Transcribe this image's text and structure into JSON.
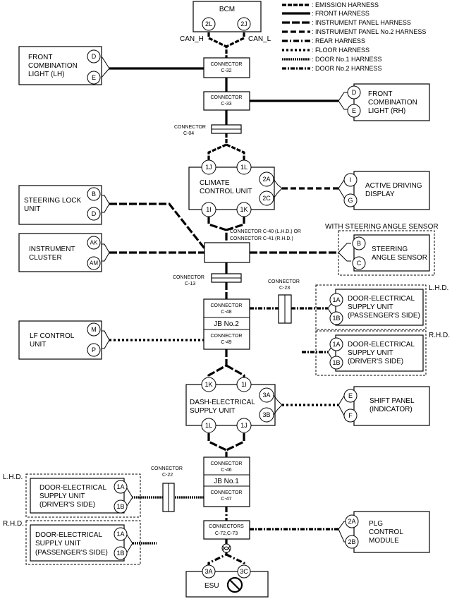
{
  "legend": [
    {
      "id": "emission",
      "label": ": EMISSION HARNESS"
    },
    {
      "id": "front",
      "label": ": FRONT HARNESS"
    },
    {
      "id": "ip",
      "label": ": INSTRUMENT PANEL HARNESS"
    },
    {
      "id": "ip2",
      "label": ": INSTRUMENT PANEL No.2 HARNESS"
    },
    {
      "id": "rear",
      "label": ": REAR HARNESS"
    },
    {
      "id": "floor",
      "label": ": FLOOR HARNESS"
    },
    {
      "id": "door1",
      "label": ": DOOR No.1 HARNESS"
    },
    {
      "id": "door2",
      "label": ": DOOR No.2 HARNESS"
    }
  ],
  "bcm": {
    "title": "BCM",
    "pin_left": "2L",
    "pin_right": "2J",
    "can_h": "CAN_H",
    "can_l": "CAN_L"
  },
  "connectors": {
    "connector_word": "CONNECTOR",
    "connectors_word": "CONNECTORS",
    "c32": "C-32",
    "c33": "C-33",
    "c04": "C-04",
    "c40_41_line1": "CONNECTOR C-40 (L.H.D.) OR",
    "c40_41_line2": "CONNECTOR C-41 (R.H.D.)",
    "c13": "C-13",
    "c23": "C-23",
    "c48": "C-48",
    "c49": "C-49",
    "c46": "C-46",
    "c47": "C-47",
    "c22": "C-22",
    "c72_73": "C-72,C-73"
  },
  "jb2": "JB No.2",
  "jb1": "JB No.1",
  "front_combo_lh": {
    "line1": "FRONT",
    "line2": "COMBINATION",
    "line3": "LIGHT (LH)",
    "pin1": "D",
    "pin2": "E"
  },
  "front_combo_rh": {
    "line1": "FRONT",
    "line2": "COMBINATION",
    "line3": "LIGHT (RH)",
    "pin1": "D",
    "pin2": "E"
  },
  "climate": {
    "line1": "CLIMATE",
    "line2": "CONTROL UNIT",
    "pin_1j": "1J",
    "pin_1l": "1L",
    "pin_1i": "1I",
    "pin_1k": "1K",
    "pin_2a": "2A",
    "pin_2c": "2C"
  },
  "active_display": {
    "line1": "ACTIVE DRIVING",
    "line2": "DISPLAY",
    "pin1": "I",
    "pin2": "G"
  },
  "steering_lock": {
    "line1": "STEERING LOCK",
    "line2": "UNIT",
    "pin1": "B",
    "pin2": "D"
  },
  "steering_angle": {
    "note": "WITH STEERING ANGLE SENSOR",
    "line1": "STEERING",
    "line2": "ANGLE SENSOR",
    "pin1": "B",
    "pin2": "C"
  },
  "instrument": {
    "line1": "INSTRUMENT",
    "line2": "CLUSTER",
    "pin1": "AK",
    "pin2": "AM"
  },
  "door_pass_lhd": {
    "side": "L.H.D.",
    "line1": "DOOR-ELECTRICAL",
    "line2": "SUPPLY UNIT",
    "line3": "(PASSENGER'S SIDE)",
    "pin1": "1A",
    "pin2": "1B"
  },
  "door_drv_rhd": {
    "side": "R.H.D.",
    "line1": "DOOR-ELECTRICAL",
    "line2": "SUPPLY UNIT",
    "line3": "(DRIVER'S SIDE)",
    "pin1": "1A",
    "pin2": "1B"
  },
  "lf_control": {
    "line1": "LF CONTROL",
    "line2": "UNIT",
    "pin1": "M",
    "pin2": "P"
  },
  "dash_supply": {
    "line1": "DASH-ELECTRICAL",
    "line2": "SUPPLY UNIT",
    "pin_1k": "1K",
    "pin_1i": "1I",
    "pin_1l": "1L",
    "pin_1j": "1J",
    "pin_3a": "3A",
    "pin_3b": "3B"
  },
  "shift_panel": {
    "line1": "SHIFT PANEL",
    "line2": "(INDICATOR)",
    "pin1": "E",
    "pin2": "F"
  },
  "door_drv_lhd": {
    "side": "L.H.D.",
    "line1": "DOOR-ELECTRICAL",
    "line2": "SUPPLY UNIT",
    "line3": "(DRIVER'S SIDE)",
    "pin1": "1A",
    "pin2": "1B"
  },
  "door_pass_rhd": {
    "side": "R.H.D.",
    "line1": "DOOR-ELECTRICAL",
    "line2": "SUPPLY UNIT",
    "line3": "(PASSENGER'S SIDE)",
    "pin1": "1A",
    "pin2": "1B"
  },
  "plg": {
    "line1": "PLG",
    "line2": "CONTROL",
    "line3": "MODULE",
    "pin1": "2A",
    "pin2": "2B"
  },
  "esu": {
    "title": "ESU",
    "pin_3a": "3A",
    "pin_3c": "3C"
  }
}
